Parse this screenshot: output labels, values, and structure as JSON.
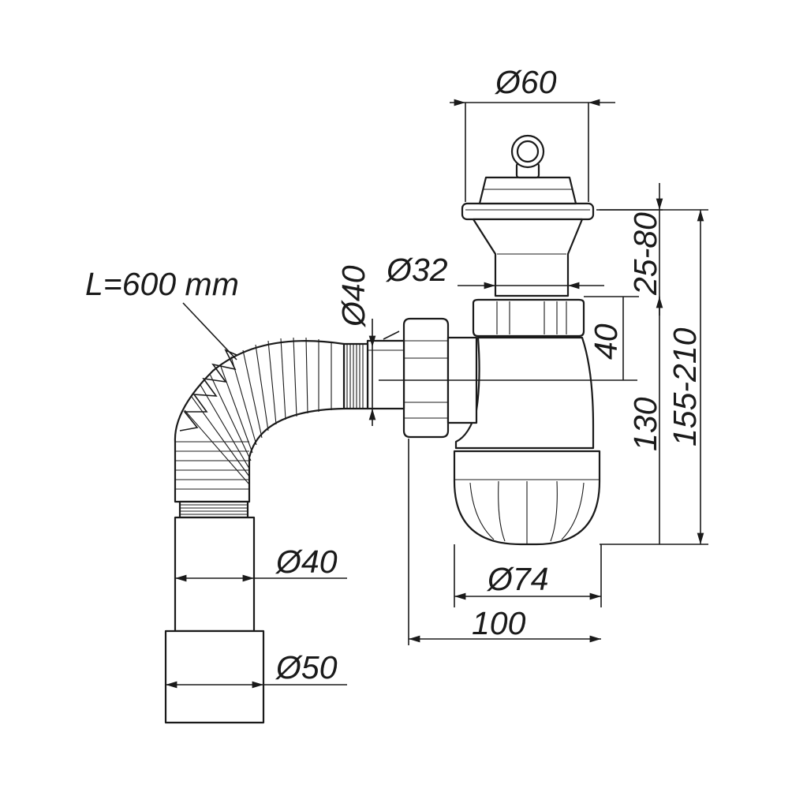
{
  "dimensions": {
    "hose_length": "L=600 mm",
    "stopper_diameter": "Ø60",
    "inlet_diameter": "Ø32",
    "outlet_diameter": "Ø40",
    "adjust_range": "25-80",
    "outlet_height": "40",
    "body_height": "130",
    "total_height": "155-210",
    "cup_diameter": "Ø74",
    "body_width": "100",
    "pipe_diameter_40": "Ø40",
    "pipe_diameter_50": "Ø50"
  }
}
